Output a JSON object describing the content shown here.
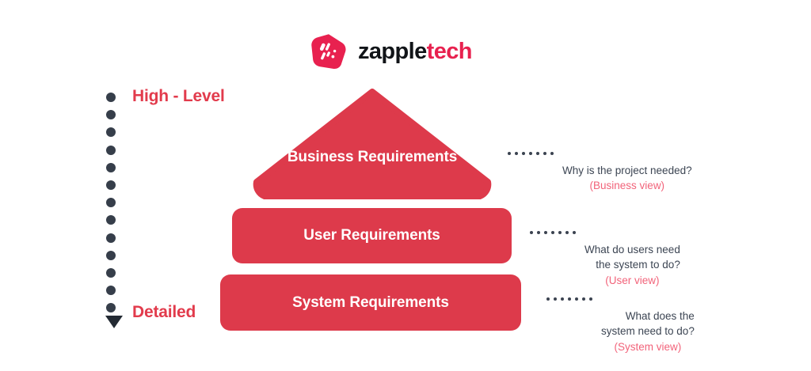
{
  "brand": {
    "mark_icon": "zappletech-percent-diamond-logo",
    "name_part_dark": "zapple",
    "name_part_accent": "tech",
    "accent_color": "#E8214F",
    "dark_color": "#111418"
  },
  "scale": {
    "top_label": "High - Level",
    "bottom_label": "Detailed",
    "label_color": "#E23B4C",
    "dot_color": "#363E4A",
    "dot_count": 13,
    "arrow_icon": "arrow-down-triangle-icon"
  },
  "pyramid": {
    "fill_color": "#DD3A4B",
    "text_color": "#FFFFFF",
    "tiers": [
      {
        "id": "business",
        "label": "Business\nRequirements",
        "shape": "triangle"
      },
      {
        "id": "user",
        "label": "User Requirements",
        "shape": "rounded-bar"
      },
      {
        "id": "system",
        "label": "System Requirements",
        "shape": "rounded-bar"
      }
    ]
  },
  "annotations": [
    {
      "id": "business",
      "question": "Why is the project needed?",
      "view": "(Business view)"
    },
    {
      "id": "user",
      "question": "What do users need\nthe system to do?",
      "view": "(User view)"
    },
    {
      "id": "system",
      "question": "What does the\nsystem need to do?",
      "view": "(System view)"
    }
  ],
  "annotation_style": {
    "question_color": "#3C4553",
    "view_color": "#F2637A",
    "leader_dot_color": "#3B4350",
    "leader_dot_count": 7
  }
}
